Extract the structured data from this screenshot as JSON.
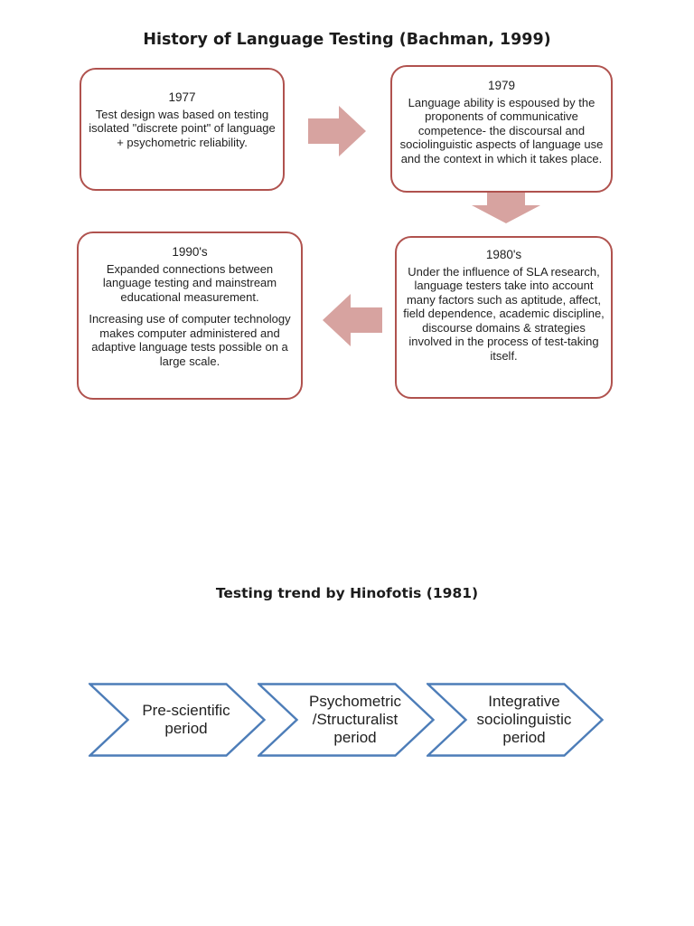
{
  "colors": {
    "box_border": "#b0524e",
    "arrow_fill": "#d7a3a0",
    "chevron_border": "#4d7db8",
    "text": "#1f1f1f",
    "background": "#ffffff"
  },
  "diagram1": {
    "title": "History of Language Testing (Bachman, 1999)",
    "boxes": [
      {
        "year": "1977",
        "paragraphs": [
          "Test design was based on testing isolated \"discrete point\" of language + psychometric reliability."
        ]
      },
      {
        "year": "1979",
        "paragraphs": [
          "Language ability is espoused by the proponents of communicative competence- the discoursal and sociolinguistic aspects of language use and the context in which it takes place."
        ]
      },
      {
        "year": "1980's",
        "paragraphs": [
          "Under the influence of SLA research, language testers take into account many factors such as aptitude, affect, field dependence, academic discipline, discourse domains & strategies involved in the process of test-taking itself."
        ]
      },
      {
        "year": "1990's",
        "paragraphs": [
          "Expanded connections between language testing and mainstream educational measurement.",
          "Increasing use of computer technology makes computer administered and adaptive language tests possible on a large scale."
        ]
      }
    ],
    "flow": [
      "1977",
      "right-arrow",
      "1979",
      "down-arrow",
      "1980's",
      "left-arrow",
      "1990's"
    ]
  },
  "diagram2": {
    "title": "Testing trend by Hinofotis (1981)",
    "chevrons": [
      {
        "label": "Pre-scientific period",
        "lines": [
          "Pre-scientific",
          "period"
        ]
      },
      {
        "label": "Psychometric /Structuralist period",
        "lines": [
          "Psychometric",
          "/Structuralist",
          "period"
        ]
      },
      {
        "label": "Integrative sociolinguistic period",
        "lines": [
          "Integrative",
          "sociolinguistic",
          "period"
        ]
      }
    ]
  }
}
